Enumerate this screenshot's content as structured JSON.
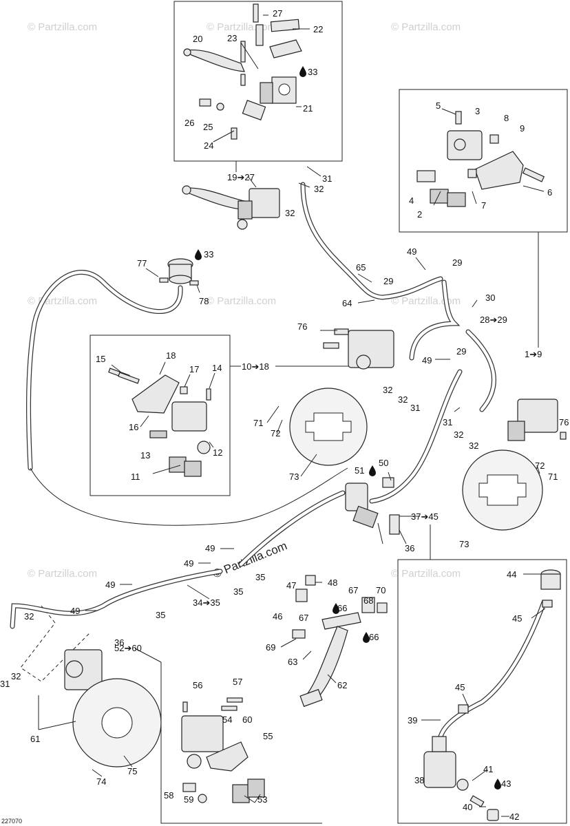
{
  "watermark": "© Partzilla.com",
  "watermark_center": "© Partzilla.com",
  "figure_code": "227070",
  "callouts": {
    "c1": "27",
    "c2": "22",
    "c3": "23",
    "c4": "20",
    "c5": "33",
    "c6": "21",
    "c7": "26",
    "c8": "25",
    "c9": "24",
    "c10": "19➔27",
    "c11": "31",
    "c12": "32",
    "c13": "32",
    "c14": "77",
    "c15": "33",
    "c16": "78",
    "c17": "5",
    "c18": "3",
    "c19": "8",
    "c20": "9",
    "c21": "4",
    "c22": "2",
    "c23": "7",
    "c24": "6",
    "c25": "49",
    "c26": "29",
    "c27": "65",
    "c28": "29",
    "c29": "64",
    "c30": "30",
    "c31": "28➔29",
    "c32": "76",
    "c33": "10➔18",
    "c34": "1➔9",
    "c35": "15",
    "c36": "18",
    "c37": "17",
    "c38": "14",
    "c39": "16",
    "c40": "12",
    "c41": "13",
    "c42": "11",
    "c43": "49",
    "c44": "29",
    "c45": "32",
    "c46": "32",
    "c47": "31",
    "c48": "71",
    "c49": "72",
    "c50": "73",
    "c51": "31",
    "c52": "32",
    "c53": "32",
    "c54": "76",
    "c55": "72",
    "c56": "71",
    "c57": "73",
    "c58": "51",
    "c59": "50",
    "c60": "37➔45",
    "c61": "36",
    "c62": "49",
    "c63": "49",
    "c64": "35",
    "c65": "35",
    "c66": "49",
    "c67": "34➔35",
    "c68": "49",
    "c69": "35",
    "c70": "36",
    "c71": "32",
    "c72": "32",
    "c73": "31",
    "c74": "52➔60",
    "c75": "61",
    "c76": "74",
    "c77": "75",
    "c78": "47",
    "c79": "48",
    "c80": "67",
    "c81": "70",
    "c82": "46",
    "c83": "67",
    "c84": "66",
    "c85": "68",
    "c86": "66",
    "c87": "69",
    "c88": "63",
    "c89": "62",
    "c90": "56",
    "c91": "57",
    "c92": "54",
    "c93": "60",
    "c94": "55",
    "c95": "58",
    "c96": "59",
    "c97": "53",
    "c98": "44",
    "c99": "45",
    "c100": "45",
    "c101": "39",
    "c102": "38",
    "c103": "41",
    "c104": "43",
    "c105": "40",
    "c106": "42"
  }
}
